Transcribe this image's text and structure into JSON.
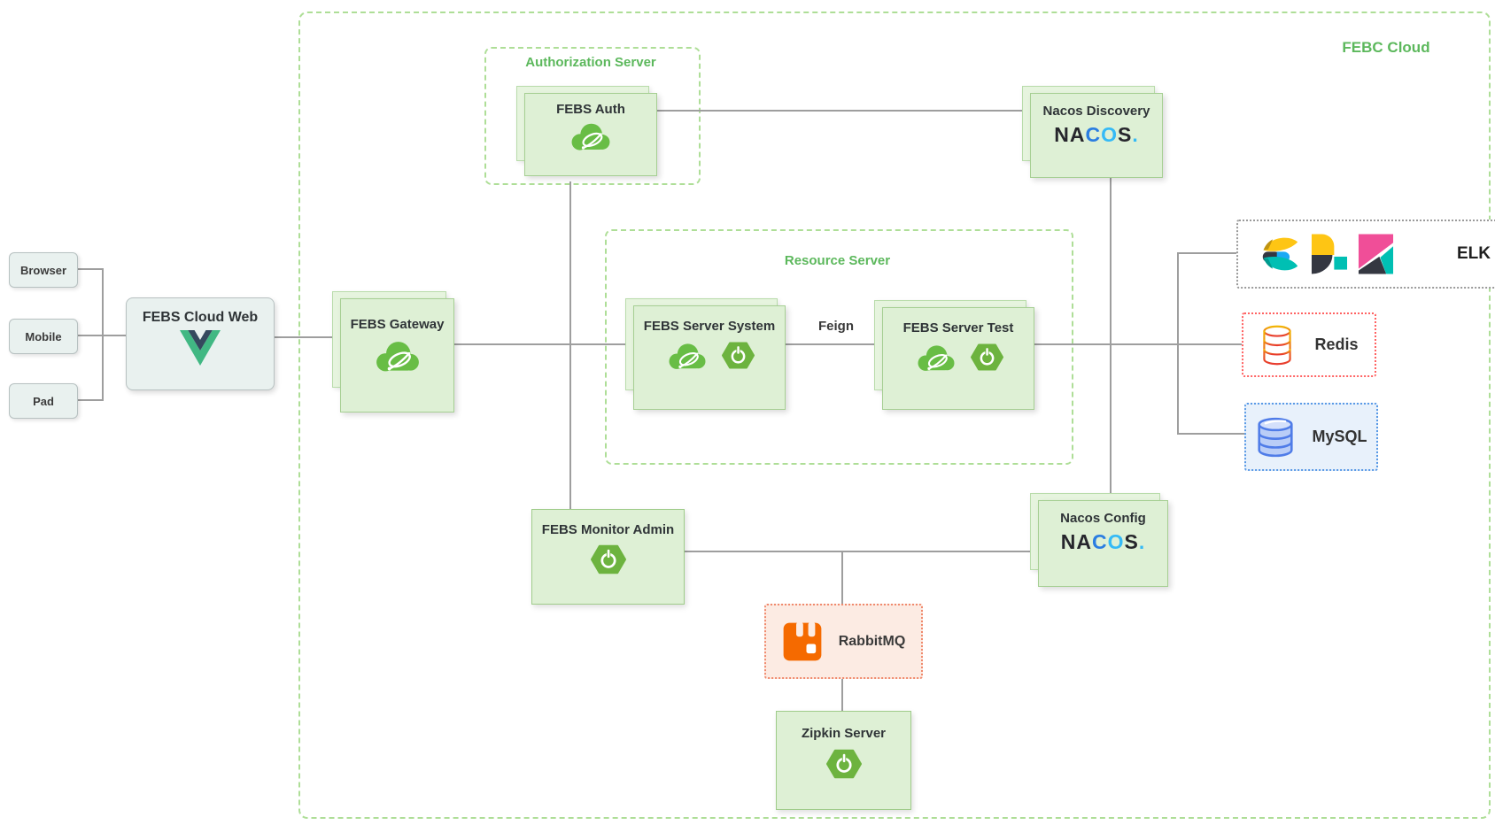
{
  "diagram": {
    "title": "FEBC Cloud",
    "groups": {
      "authorization": "Authorization Server",
      "resource": "Resource Server"
    },
    "clients": {
      "browser": "Browser",
      "mobile": "Mobile",
      "pad": "Pad"
    },
    "nodes": {
      "cloud_web": "FEBS Cloud Web",
      "gateway": "FEBS Gateway",
      "auth": "FEBS Auth",
      "nacos_discovery": "Nacos Discovery",
      "server_system": "FEBS Server System",
      "server_test": "FEBS Server Test",
      "monitor": "FEBS Monitor Admin",
      "nacos_config": "Nacos Config",
      "rabbitmq": "RabbitMQ",
      "zipkin": "Zipkin Server",
      "elk": "ELK",
      "redis": "Redis",
      "mysql": "MySQL"
    },
    "edges": {
      "feign": "Feign"
    },
    "nacos_wordmark": {
      "na": "NA",
      "c": "C",
      "o": "O",
      "s": "S",
      "dot": "."
    },
    "colors": {
      "group_border": "#aede97",
      "group_title": "#5cb85c",
      "line": "#9e9e9e",
      "spring_green": "#68bd45",
      "spring_boot_green": "#6db33f",
      "card_fill": "#def0d5",
      "card_border": "#a6cf93",
      "client_fill": "#e9f1ef",
      "client_border": "#b7c1c1",
      "elk_border": "#9a9a9a",
      "redis_border": "#ff6262",
      "mysql_border": "#5a9ae6",
      "mysql_fill": "#e8f1fb",
      "rabbit_border": "#f08a6e",
      "rabbit_fill": "#fcebe3",
      "rabbit_orange": "#f56a00",
      "nacos_blue_c": "#2a7de1",
      "nacos_blue_o": "#35baf6",
      "vue_green": "#41b883",
      "vue_navy": "#35495e",
      "elastic_yellow": "#fec514",
      "elastic_dark": "#343741",
      "elastic_blue": "#1ba9f5",
      "elastic_teal": "#00bfb3",
      "kibana_pink": "#f04e98"
    }
  }
}
